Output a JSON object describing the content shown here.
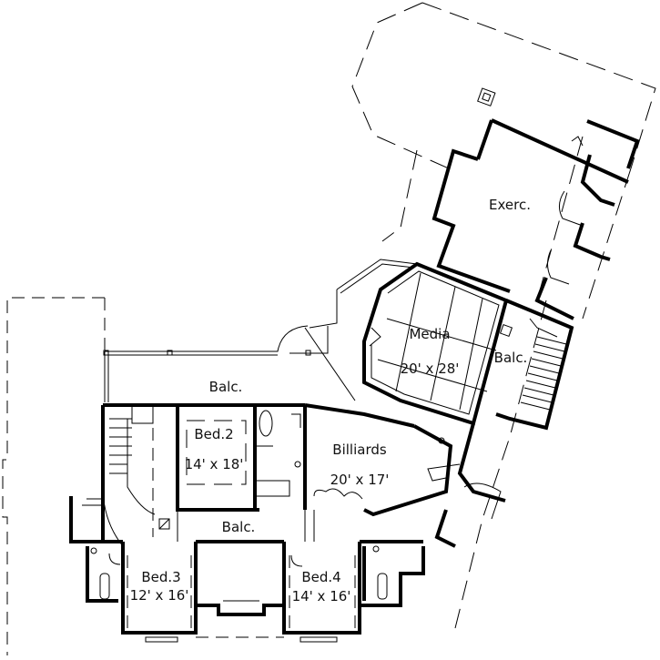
{
  "plan": {
    "type": "architectural floor plan (upper level)",
    "line_color": "#000000",
    "background": "#ffffff"
  },
  "rooms": [
    {
      "id": "exercise",
      "name": "Exerc.",
      "size": ""
    },
    {
      "id": "media",
      "name": "Media",
      "size": "20' x 28'"
    },
    {
      "id": "balc_media",
      "name": "Balc.",
      "size": ""
    },
    {
      "id": "balc_top",
      "name": "Balc.",
      "size": ""
    },
    {
      "id": "bed2",
      "name": "Bed.2",
      "size": "14' x 18'"
    },
    {
      "id": "billiards",
      "name": "Billiards",
      "size": "20' x 17'"
    },
    {
      "id": "balc_mid",
      "name": "Balc.",
      "size": ""
    },
    {
      "id": "bed3",
      "name": "Bed.3",
      "size": "12' x 16'"
    },
    {
      "id": "bed4",
      "name": "Bed.4",
      "size": "14' x 16'"
    }
  ]
}
